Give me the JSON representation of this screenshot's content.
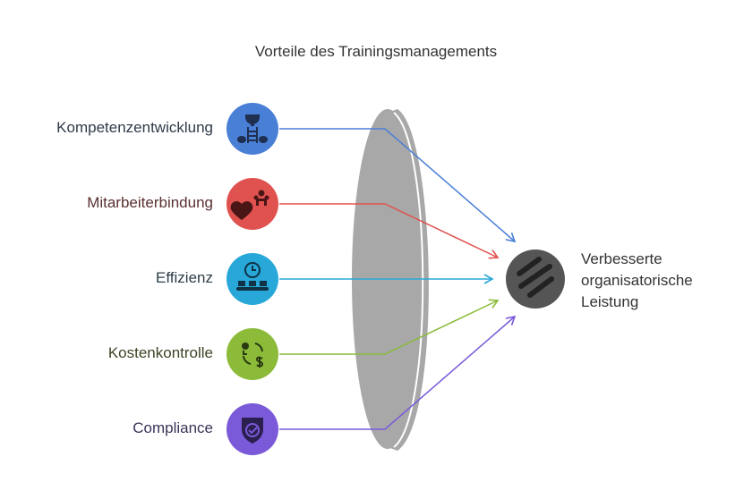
{
  "title": "Vorteile des Trainingsmanagements",
  "inputs": [
    {
      "label": "Kompetenzentwicklung",
      "color": "#4a7fd6",
      "label_color": "#2f3a4a",
      "icon": "trophy-ladder-icon"
    },
    {
      "label": "Mitarbeiterbindung",
      "color": "#e0524f",
      "label_color": "#5a3030",
      "icon": "heart-people-icon"
    },
    {
      "label": "Effizienz",
      "color": "#28a8d8",
      "label_color": "#2d3e48",
      "icon": "clock-conveyor-icon"
    },
    {
      "label": "Kostenkontrolle",
      "color": "#8cbb3a",
      "label_color": "#3a4424",
      "icon": "dollar-cycle-icon"
    },
    {
      "label": "Compliance",
      "color": "#7a5ad8",
      "label_color": "#3a3458",
      "icon": "shield-check-icon"
    }
  ],
  "output": {
    "lines": [
      "Verbesserte",
      "organisatorische",
      "Leistung"
    ],
    "color": "#555555",
    "icon": "stripes-icon"
  },
  "lens_color": "#a8a8a8"
}
